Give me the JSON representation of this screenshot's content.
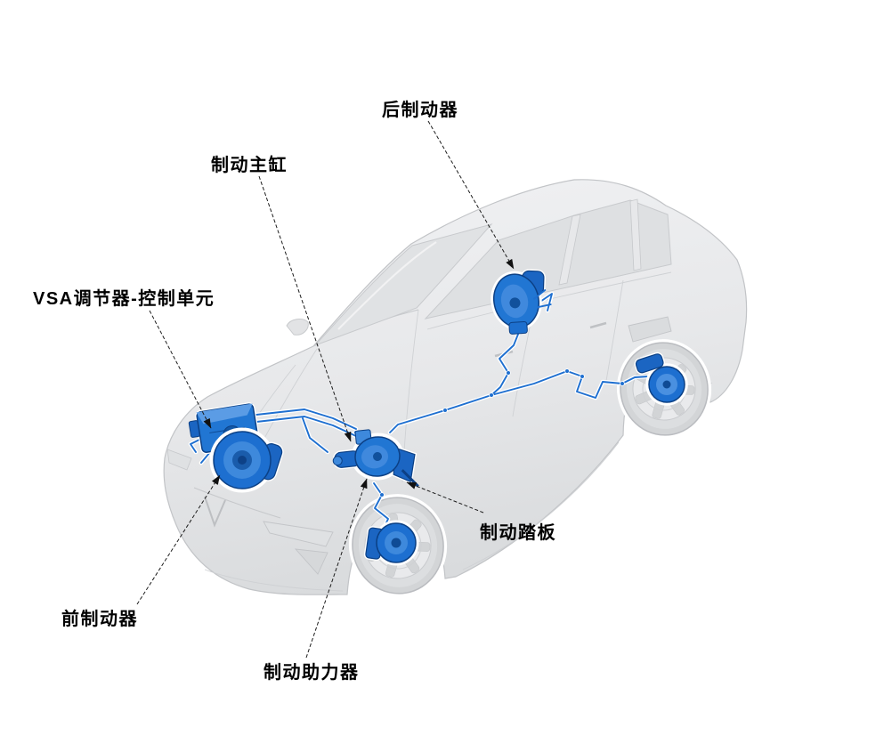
{
  "diagram": {
    "type": "parts-location-illustration",
    "labels": [
      {
        "id": "rear-brake",
        "text": "后制动器"
      },
      {
        "id": "brake-master-cylinder",
        "text": "制动主缸"
      },
      {
        "id": "vsa-modulator-control-unit",
        "text": "VSA调节器-控制单元"
      },
      {
        "id": "brake-pedal",
        "text": "制动踏板"
      },
      {
        "id": "front-brake",
        "text": "前制动器"
      },
      {
        "id": "brake-booster",
        "text": "制动助力器"
      }
    ],
    "colors": {
      "highlight_blue": "#1e6fd0",
      "highlight_blue_dark": "#0b4085",
      "highlight_blue_light": "#4a90e0",
      "body_gray": "#e7e8ea",
      "outline_gray": "#c6c8cb",
      "leader_black": "#1c1c1c",
      "background": "#ffffff"
    }
  }
}
